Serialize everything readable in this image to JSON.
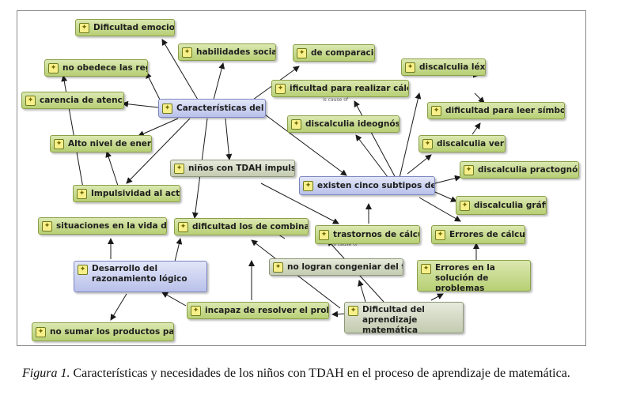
{
  "icon": "lightbulb-icon",
  "nodes": {
    "caracteristicas": "Características del niño",
    "dificultad_emocional": "Dificultad emocional",
    "habilidades_sociales": "habilidades sociales",
    "de_comparacion": "de comparación",
    "no_obedece": "no obedece las reglas",
    "carencia_atencion": "carencia de atención",
    "alto_nivel": "Alto nivel de energía",
    "impulsividad": "Impulsividad al actuar",
    "impulsivo": "niños con TDAH impulsivo",
    "dificultad_calculo": "ificultad para realizar cálcul..",
    "discalculia_lexica": "discalculia léxica",
    "dificultad_simbolos": "dificultad para leer símbolos ..",
    "discalculia_ideognostica": "discalculia ideognóstica",
    "discalculia_verbal": "discalculia verbal",
    "subtipos": "existen cinco subtipos de disc..",
    "discalculia_practognostica": "discalculia practognóstica",
    "discalculia_grafica": "discalculia gráfica",
    "situaciones": "situaciones en la vida diaria",
    "dificultad_combinacion": "dificultad los de combinación",
    "trastornos": "trastornos de cálculo.",
    "errores_calculo": "Errores de cálculo:",
    "razonamiento": "Desarrollo del razonamiento lógico",
    "no_logran": "no logran congeniar del todo",
    "errores_solucion": "Errores en la solución de problemas",
    "incapaz": "incapaz de resolver el problem..",
    "aprendizaje": "Dificultad del aprendizaje matemática",
    "no_sumar": "no sumar los productos parcial.."
  },
  "faint_labels": {
    "is_cause_of": "is cause of"
  },
  "caption": {
    "label": "Figura 1.",
    "text": "  Características y necesidades de los niños con TDAH en el proceso de aprendizaje de matemática."
  }
}
